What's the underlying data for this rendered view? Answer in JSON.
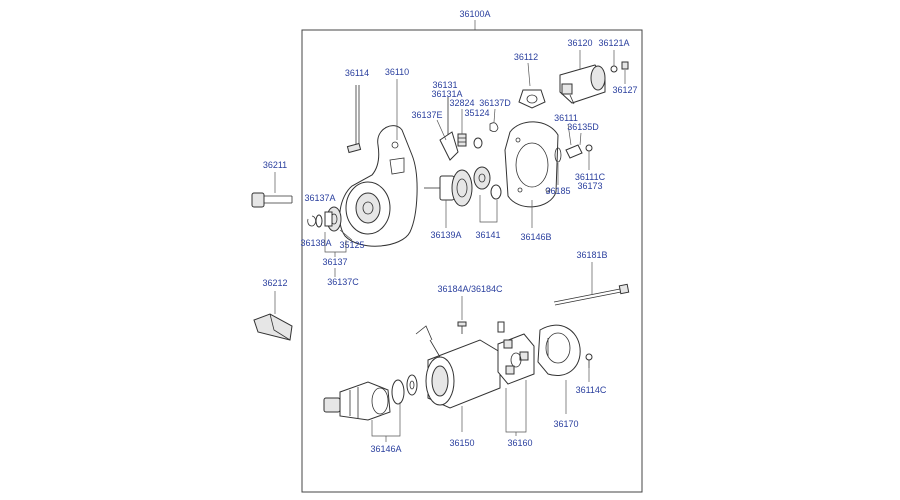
{
  "diagram": {
    "assembly_label": "36100A",
    "labels": {
      "l36114": "36114",
      "l36110": "36110",
      "l36131": "36131",
      "l36131A": "36131A",
      "l32824": "32824",
      "l36137D": "36137D",
      "l36137E": "36137E",
      "l35124": "35124",
      "l36112": "36112",
      "l36120": "36120",
      "l36121A": "36121A",
      "l36127": "36127",
      "l36111": "36111",
      "l36135D": "36135D",
      "l36111C": "36111C",
      "l36173": "36173",
      "l36185": "36185",
      "l36146B": "36146B",
      "l36141": "36141",
      "l36139A": "36139A",
      "l36211": "36211",
      "l36137A": "36137A",
      "l36138A": "36138A",
      "l35125": "35125",
      "l36137": "36137",
      "l36137C": "36137C",
      "l36212": "36212",
      "l36184A": "36184A/36184C",
      "l36181B": "36181B",
      "l36114C": "36114C",
      "l36170": "36170",
      "l36160": "36160",
      "l36150": "36150",
      "l36146A": "36146A"
    }
  }
}
